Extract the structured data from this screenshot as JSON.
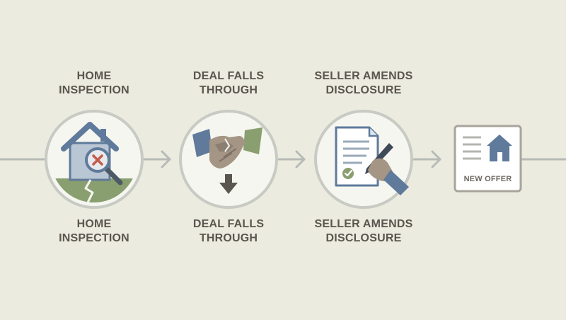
{
  "steps": [
    {
      "id": "inspection",
      "top": [
        "HOME",
        "INSPECTION"
      ],
      "bottom": [
        "HOME",
        "INSPECTION"
      ],
      "icon": "house-inspection-icon"
    },
    {
      "id": "deal",
      "top": [
        "DEAL FALLS",
        "THROUGH"
      ],
      "bottom": [
        "DEAL FALLS",
        "THROUGH"
      ],
      "icon": "handshake-icon"
    },
    {
      "id": "disclosure",
      "top": [
        "SELLER AMENDS",
        "DISCLOSURE"
      ],
      "bottom": [
        "SELLER AMENDS",
        "DISCLOSURE"
      ],
      "icon": "signing-document-icon"
    }
  ],
  "final": {
    "label": "NEW OFFER",
    "icon": "new-offer-document-icon"
  },
  "colors": {
    "background": "#ecebdf",
    "circle_fill": "#f6f6f1",
    "circle_ring": "#c8cbc4",
    "connector": "#b7bbb7",
    "text": "#5a564f",
    "blue": "#5f7a9b",
    "green": "#8a9f6f",
    "skin": "#9a8c7e",
    "red": "#c45b4b"
  }
}
